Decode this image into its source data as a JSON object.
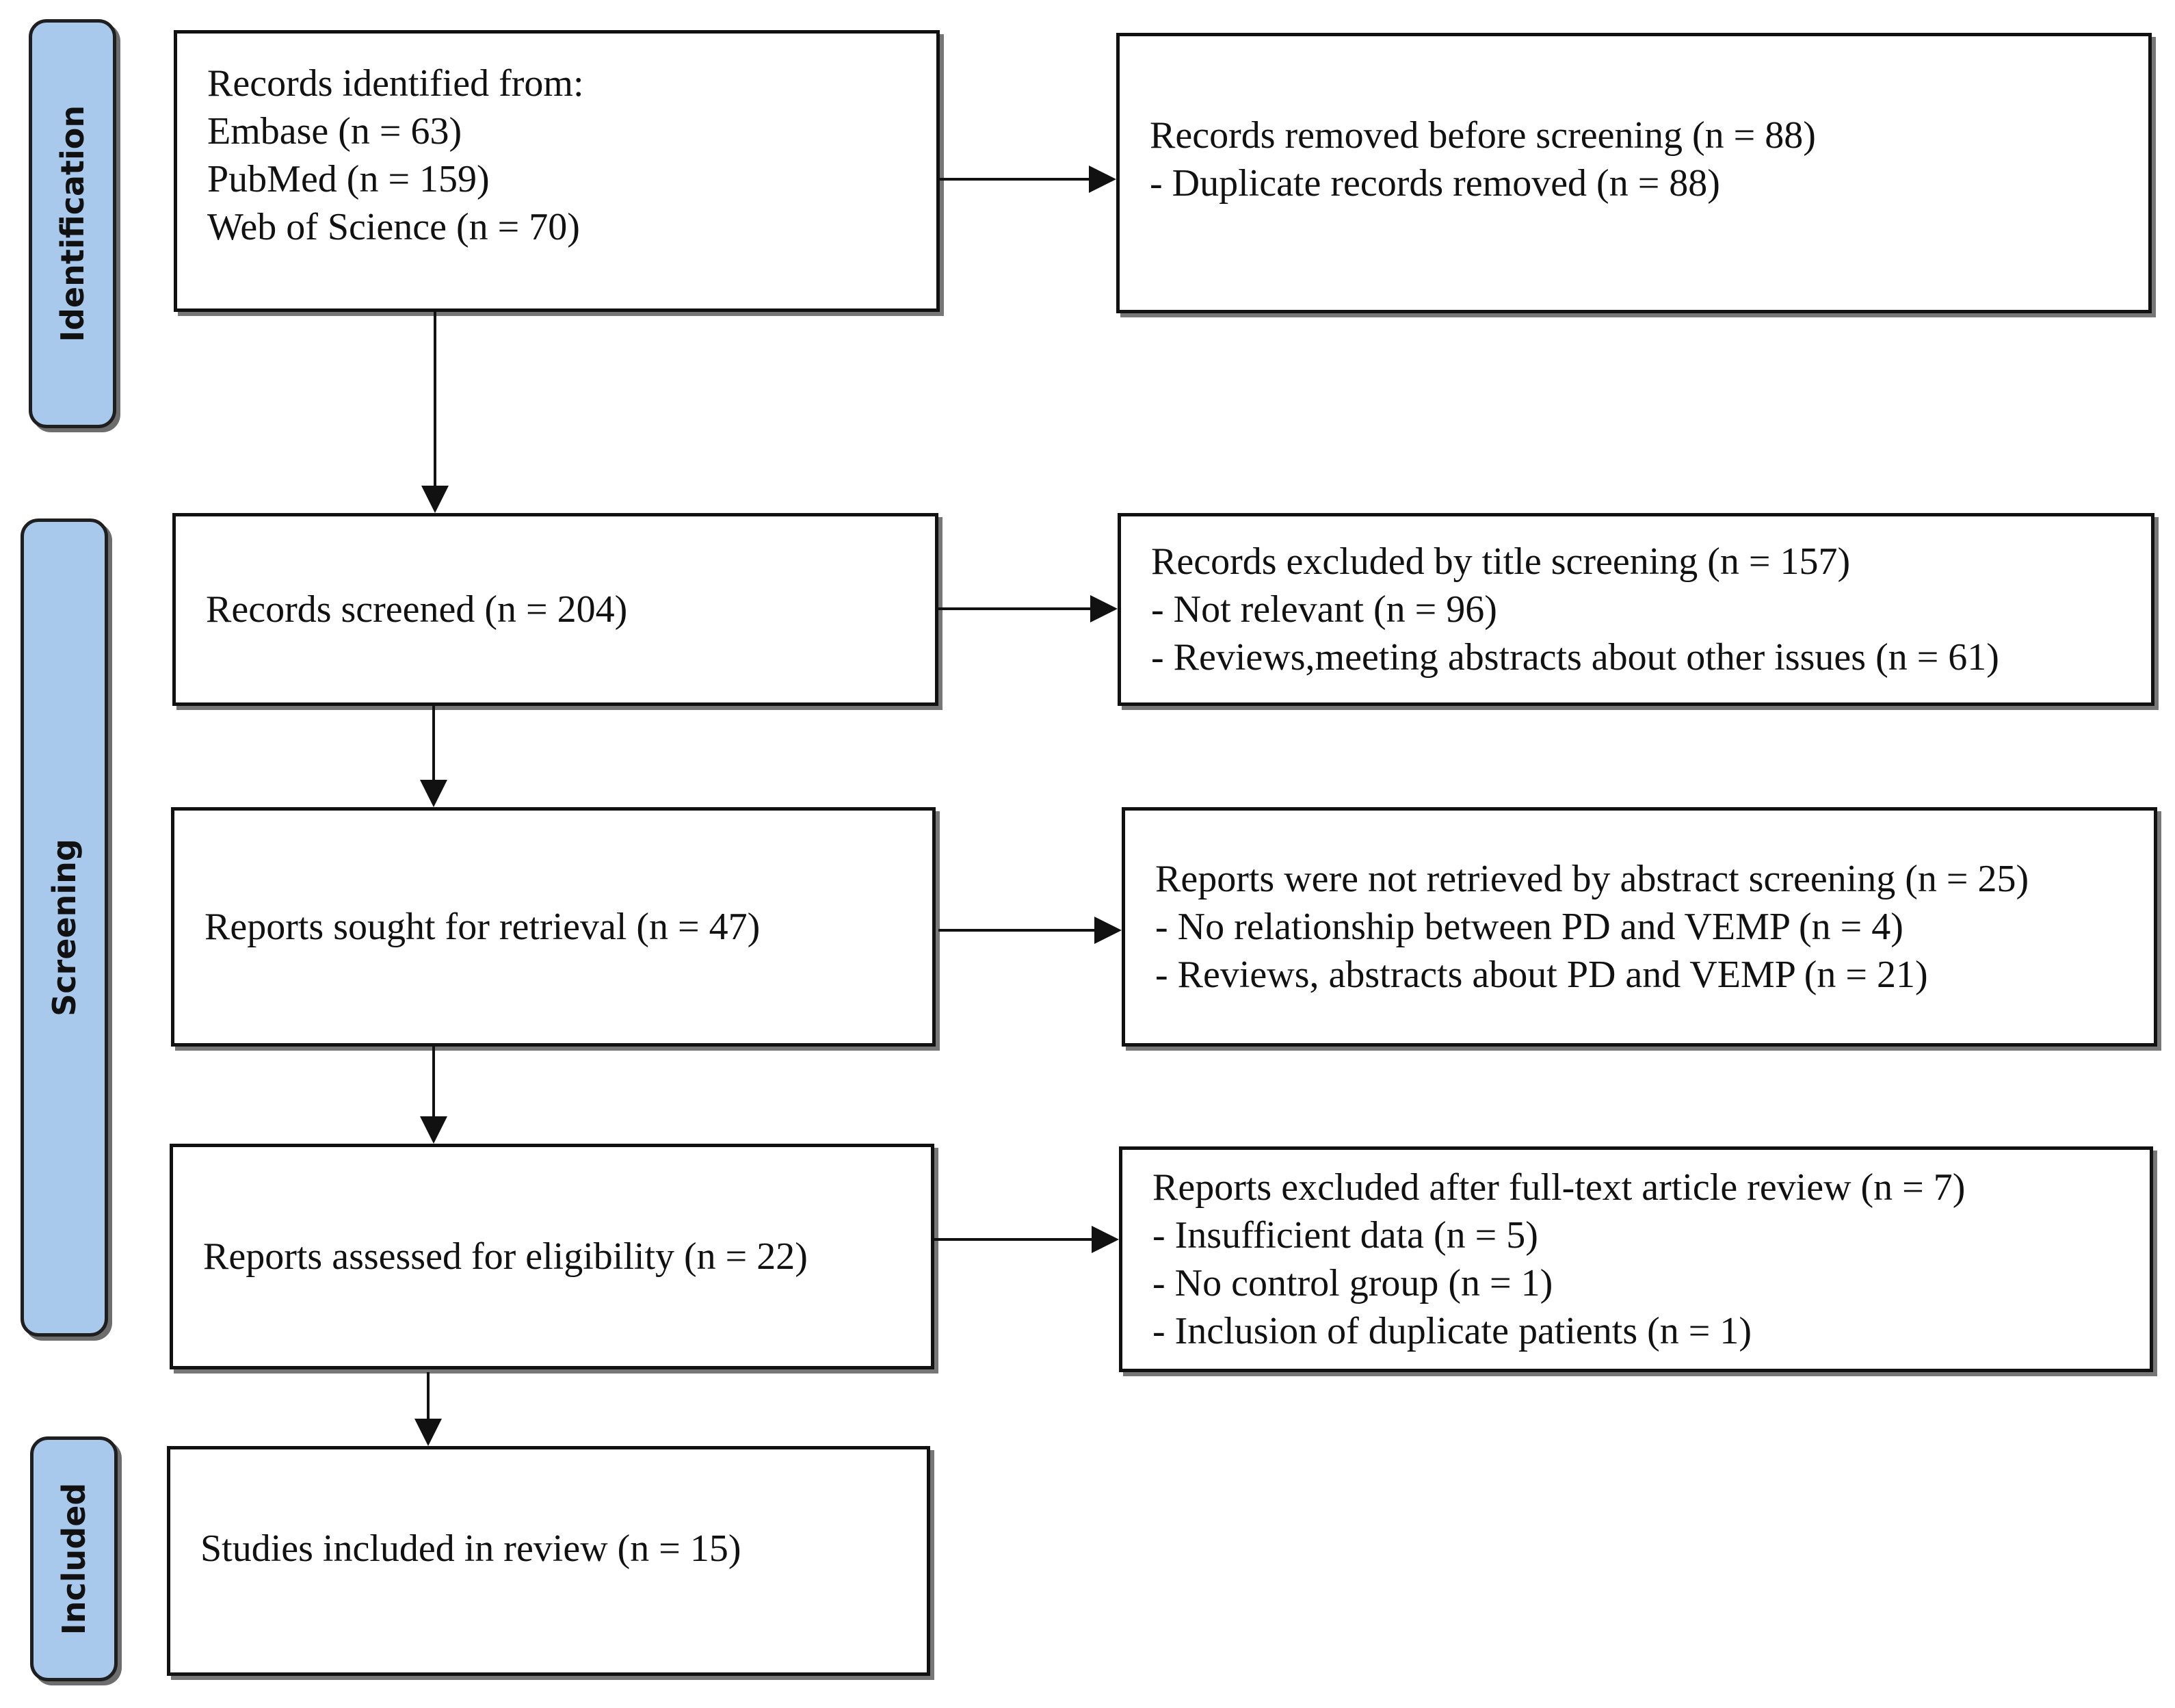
{
  "stages": {
    "identification": "Identification",
    "screening": "Screening",
    "included": "Included"
  },
  "boxes": {
    "identified": {
      "lines": [
        "Records identified from:",
        "Embase (n = 63)",
        "PubMed (n = 159)",
        "Web of Science (n = 70)"
      ]
    },
    "removed": {
      "lines": [
        "Records removed before screening (n = 88)",
        "- Duplicate records removed  (n = 88)"
      ]
    },
    "screened": {
      "lines": [
        "Records screened (n = 204)"
      ]
    },
    "excluded_title": {
      "lines": [
        "Records excluded by title screening (n = 157)",
        "- Not relevant (n = 96)",
        "- Reviews,meeting abstracts about other issues (n = 61)"
      ]
    },
    "sought": {
      "lines": [
        "Reports sought for retrieval (n = 47)"
      ]
    },
    "not_retrieved": {
      "lines": [
        "Reports were not retrieved by abstract screening (n = 25)",
        "- No relationship between PD and VEMP (n = 4)",
        "- Reviews, abstracts about PD and VEMP (n = 21)"
      ]
    },
    "assessed": {
      "lines": [
        "Reports assessed for eligibility (n = 22)"
      ]
    },
    "excluded_fulltext": {
      "lines": [
        "Reports excluded after full-text article review (n = 7)",
        "- Insufficient data (n = 5)",
        "- No control group (n = 1)",
        "- Inclusion of duplicate patients (n = 1)"
      ]
    },
    "included": {
      "lines": [
        "Studies included in review (n = 15)"
      ]
    }
  }
}
